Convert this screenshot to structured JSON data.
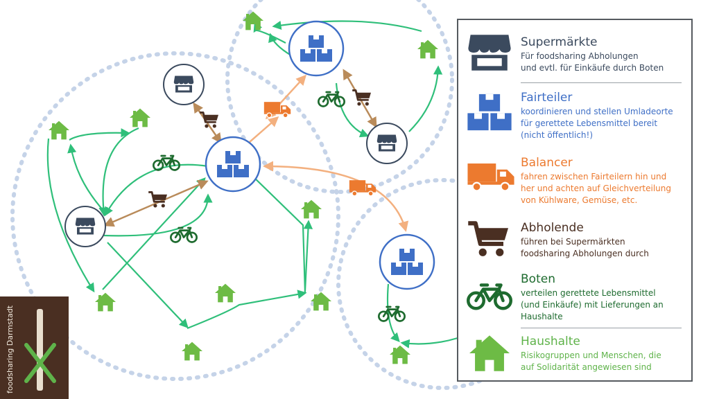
{
  "legend": {
    "supermaerkte": {
      "title": "Supermärkte",
      "desc": "Für foodsharing Abholungen\nund evtl. für Einkäufe durch Boten",
      "color": "#3b4a5e"
    },
    "fairteiler": {
      "title": "Fairteiler",
      "desc": "koordinieren und stellen Umladeorte\nfür gerettete Lebensmittel bereit\n(nicht öffentlich!)",
      "color": "#3f6fc6"
    },
    "balancer": {
      "title": "Balancer",
      "desc": "fahren zwischen Fairteilern hin und\nher und achten auf Gleichverteilung\nvon Kühlware, Gemüse, etc.",
      "color": "#ec7a2f"
    },
    "abholende": {
      "title": "Abholende",
      "desc": "führen bei Supermärkten\nfoodsharing Abholungen durch",
      "color": "#4a2f22"
    },
    "boten": {
      "title": "Boten",
      "desc": "verteilen gerettete Lebensmittel\n(und Einkäufe) mit Lieferungen an\nHaushalte",
      "color": "#1e6b2f"
    },
    "haushalte": {
      "title": "Haushalte",
      "desc": "Risikogruppen und Menschen, die\nauf Solidarität angewiesen sind",
      "color": "#5fb34a"
    }
  },
  "logo": {
    "text": "foodsharing Darmstadt",
    "bg": "#4a2f22"
  },
  "colors": {
    "arrow_green": "#2fbf7a",
    "arrow_brown": "#b98b5a",
    "arrow_orange": "#f3b07f",
    "circle_dotted": "#c5d3e8",
    "house": "#6dbb45"
  },
  "icons": [
    "store-icon",
    "boxes-icon",
    "truck-icon",
    "cart-icon",
    "bike-icon",
    "house-icon"
  ]
}
